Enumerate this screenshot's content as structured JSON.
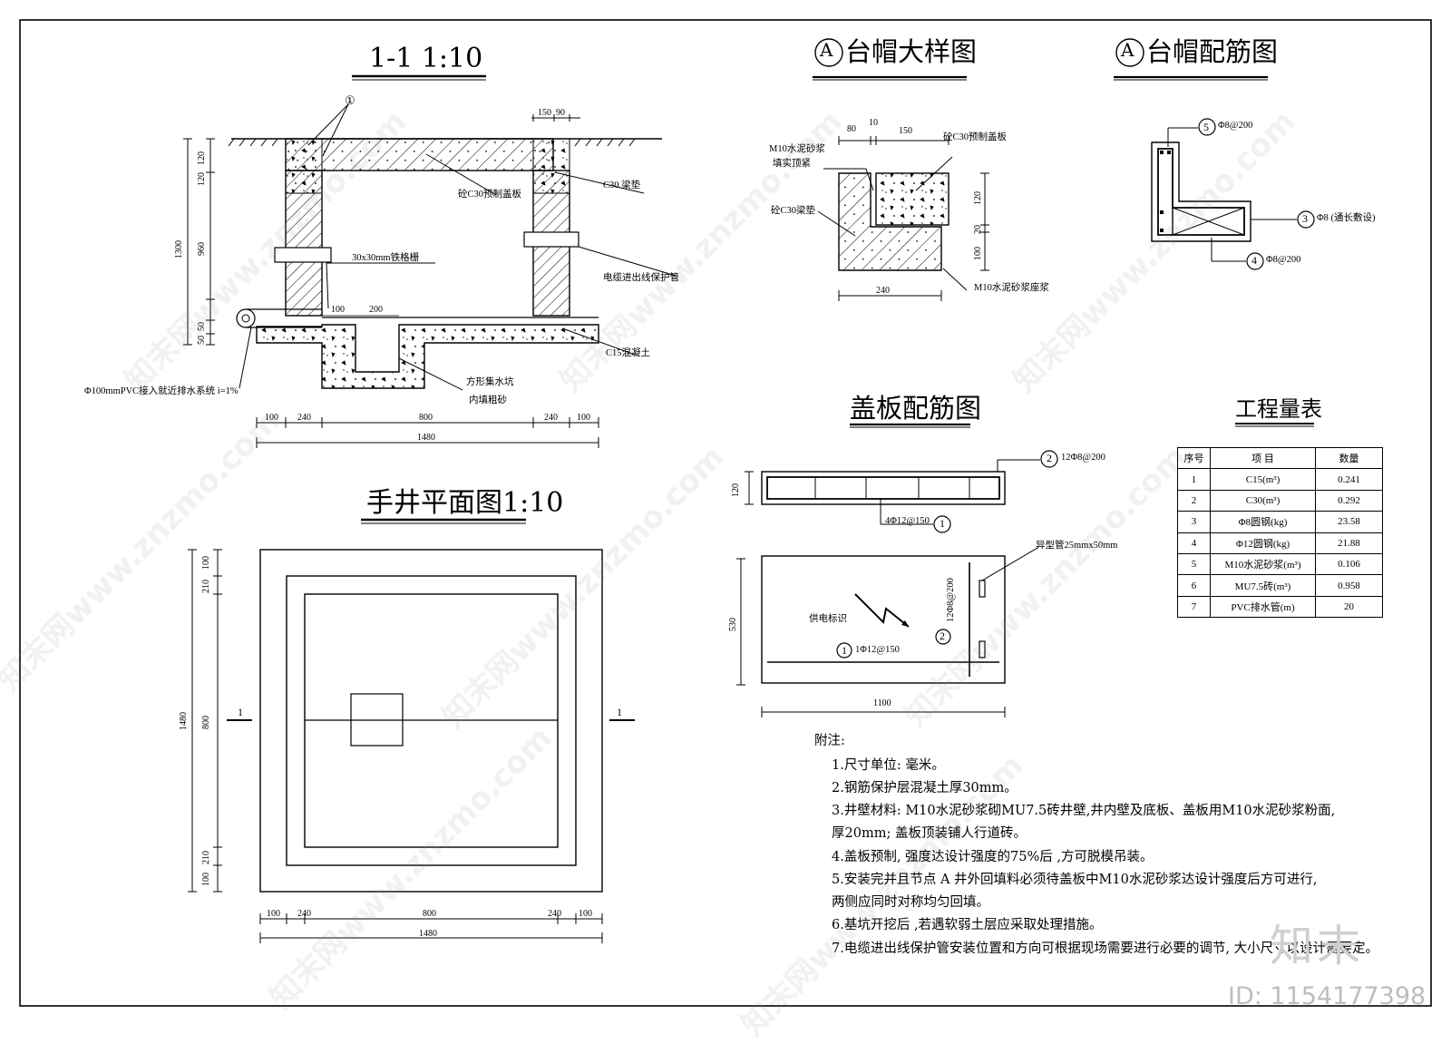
{
  "titles": {
    "section": "1-1 1:10",
    "plan": "手井平面图1:10",
    "cap_detail": "台帽大样图",
    "cap_rebar": "台帽配筋图",
    "cover_rebar": "盖板配筋图",
    "qty_table": "工程量表",
    "circle_a": "A"
  },
  "section": {
    "labels": {
      "circle1": "①",
      "cover": "砼C30预制盖板",
      "beam_pad": "C30 梁垫",
      "grate": "30x30mm铁格栅",
      "cable_pipe": "电缆进出线保护管",
      "c15": "C15混凝土",
      "pit": "方形集水坑",
      "pit2": "内填粗砂",
      "pvc": "Φ100mmPVC接入就近排水系统  i=1%"
    },
    "dims_top": [
      "150",
      "90"
    ],
    "dims_left": [
      "120",
      "1300",
      "960",
      "120",
      "50",
      "50"
    ],
    "dims_inner": [
      "100",
      "200"
    ],
    "dims_bottom": [
      "100",
      "240",
      "800",
      "240",
      "100"
    ],
    "dims_total": "1480"
  },
  "plan": {
    "dims_left": [
      "100",
      "210",
      "1480",
      "800",
      "210",
      "100"
    ],
    "dims_bottom": [
      "100",
      "240",
      "800",
      "240",
      "100"
    ],
    "dims_total": "1480",
    "cut_left": "1",
    "cut_right": "1"
  },
  "cap_detail": {
    "dims_top": [
      "80",
      "10",
      "150"
    ],
    "dims_right": [
      "120",
      "20",
      "100"
    ],
    "dims_bottom": "240",
    "labels": {
      "mortar_fill": "M10水泥砂浆",
      "mortar_fill2": "填实顶紧",
      "cover": "砼C30预制盖板",
      "beam": "砼C30梁垫",
      "mortar_bed": "M10水泥砂浆座浆"
    }
  },
  "cap_rebar": {
    "bar5": "Φ8@200",
    "bar3": "Φ8  (通长敷设)",
    "bar4": "Φ8@200",
    "n5": "5",
    "n3": "3",
    "n4": "4"
  },
  "cover_rebar": {
    "bar2": "12Φ8@200",
    "bar1": "4Φ12@150",
    "n1": "1",
    "n2": "2",
    "dim_h": "120",
    "dim_530": "530",
    "dim_1100": "1100",
    "pipe": "异型管25mmx50mm",
    "mark": "供电标识",
    "bar2v": "12Φ8@200",
    "bar1b": "1Φ12@150"
  },
  "qty_table": {
    "headers": [
      "序号",
      "项 目",
      "数量"
    ],
    "rows": [
      [
        "1",
        "C15(m³)",
        "0.241"
      ],
      [
        "2",
        "C30(m³)",
        "0.292"
      ],
      [
        "3",
        "Φ8圆钢(kg)",
        "23.58"
      ],
      [
        "4",
        "Φ12圆钢(kg)",
        "21.88"
      ],
      [
        "5",
        "M10水泥砂浆(m³)",
        "0.106"
      ],
      [
        "6",
        "MU7.5砖(m³)",
        "0.958"
      ],
      [
        "7",
        "PVC排水管(m)",
        "20"
      ]
    ]
  },
  "notes": {
    "heading": "附注:",
    "items": [
      "1.尺寸单位: 毫米。",
      "2.钢筋保护层混凝土厚30mm。",
      "3.井壁材料: M10水泥砂浆砌MU7.5砖井壁,井内壁及底板、盖板用M10水泥砂浆粉面,",
      "  厚20mm; 盖板顶装铺人行道砖。",
      "4.盖板预制, 强度达设计强度的75%后 ,方可脱模吊装。",
      "5.安装完并且节点 A 井外回填料必须待盖板中M10水泥砂浆达设计强度后方可进行,",
      "  两侧应同时对称均匀回填。",
      "6.基坑开挖后 ,若遇软弱土层应采取处理措施。",
      "7.电缆进出线保护管安装位置和方向可根据现场需要进行必要的调节, 大小尺寸以设计需要定。"
    ]
  },
  "watermark": {
    "logo": "知末",
    "id": "ID: 1154177398",
    "text": "知末网www.znzmo.com"
  }
}
